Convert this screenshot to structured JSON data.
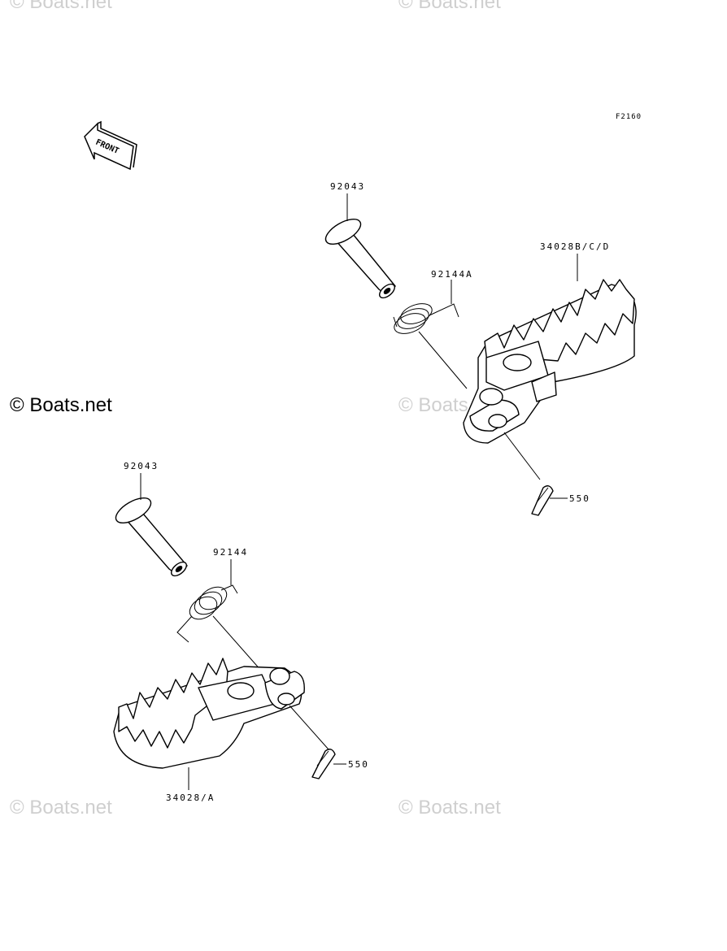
{
  "watermarks": {
    "main": "© Boats.net",
    "faded": "© Boats.net"
  },
  "figure_code": "F2160",
  "front_arrow": {
    "text": "FRONT"
  },
  "callouts": {
    "pin_upper": "92043",
    "spring_upper": "92144A",
    "footpeg_upper": "34028B/C/D",
    "cotter_upper": "550",
    "pin_lower": "92043",
    "spring_lower": "92144",
    "cotter_lower": "550",
    "footpeg_lower": "34028/A"
  }
}
